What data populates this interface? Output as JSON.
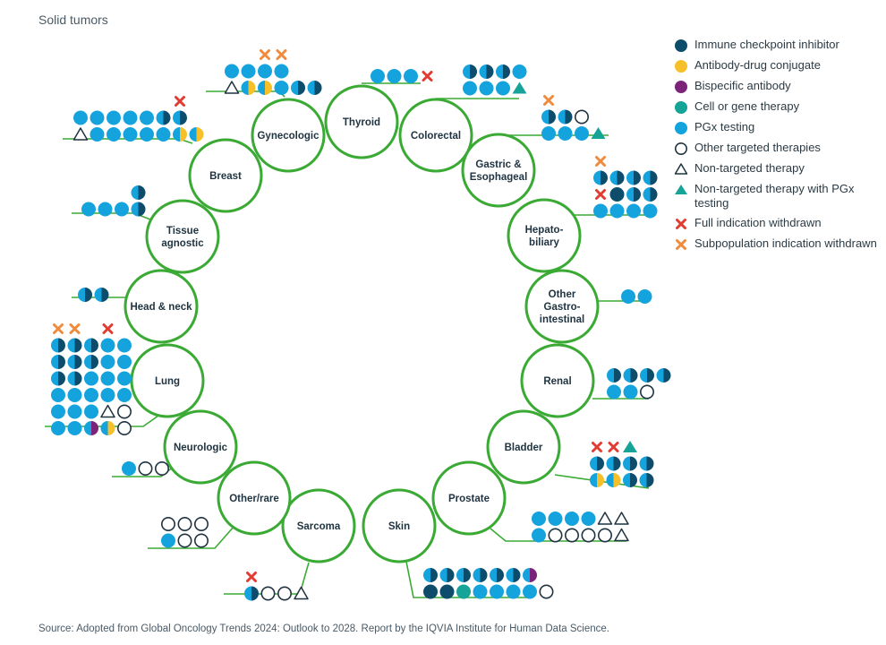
{
  "title": "Solid tumors",
  "source": "Source: Adopted from Global Oncology Trends 2024: Outlook to 2028. Report by the IQVIA Institute for Human Data Science.",
  "colors": {
    "ring": "#3aaa35",
    "immune_checkpoint": "#0d4d6b",
    "adc": "#f5c02a",
    "bispecific": "#7b2479",
    "cell_gene": "#16a398",
    "pgx": "#14a3dc",
    "other_targeted": "#1f3340",
    "non_targeted": "#1f3340",
    "full_withdrawn": "#e03c31",
    "subpop_withdrawn": "#f08a3c"
  },
  "legend": [
    {
      "icon": "immune-checkpoint",
      "label": "Immune checkpoint inhibitor"
    },
    {
      "icon": "adc",
      "label": "Antibody-drug conjugate"
    },
    {
      "icon": "bispecific",
      "label": "Bispecific antibody"
    },
    {
      "icon": "cell-gene",
      "label": "Cell or gene therapy"
    },
    {
      "icon": "pgx",
      "label": "PGx testing"
    },
    {
      "icon": "other-targeted",
      "label": "Other targeted therapies"
    },
    {
      "icon": "non-targeted",
      "label": "Non-targeted therapy"
    },
    {
      "icon": "non-targeted-pgx",
      "label": "Non-targeted therapy with PGx testing"
    },
    {
      "icon": "full-withdrawn",
      "label": "Full indication withdrawn"
    },
    {
      "icon": "subpop-withdrawn",
      "label": "Subpopulation indication withdrawn"
    }
  ],
  "nodes": [
    {
      "id": "thyroid",
      "lines": [
        "Thyroid"
      ],
      "rows": [
        [
          "P",
          "P",
          "P",
          "XR"
        ]
      ]
    },
    {
      "id": "colorectal",
      "lines": [
        "Colorectal"
      ],
      "rows": [
        [
          "H",
          "H",
          "H",
          "P"
        ],
        [
          "P",
          "P",
          "P",
          "TP"
        ]
      ]
    },
    {
      "id": "gastric",
      "lines": [
        "Gastric &",
        "Esophageal"
      ],
      "rows": [
        [
          "XO"
        ],
        [
          "H",
          "H",
          "O"
        ],
        [
          "P",
          "P",
          "P",
          "TP"
        ]
      ]
    },
    {
      "id": "hepatobiliary",
      "lines": [
        "Hepato-",
        "biliary"
      ],
      "rows": [
        [
          "XO"
        ],
        [
          "H",
          "H",
          "H",
          "H"
        ],
        [
          "XR",
          "I",
          "H",
          "H"
        ],
        [
          "P",
          "P",
          "P",
          "P"
        ]
      ]
    },
    {
      "id": "other-gi",
      "lines": [
        "Other",
        "Gastro-",
        "intestinal"
      ],
      "rows": [
        [
          "P",
          "P"
        ]
      ]
    },
    {
      "id": "renal",
      "lines": [
        "Renal"
      ],
      "rows": [
        [
          "H",
          "H",
          "H",
          "H"
        ],
        [
          "P",
          "P",
          "O"
        ]
      ]
    },
    {
      "id": "bladder",
      "lines": [
        "Bladder"
      ],
      "rows": [
        [
          "XR",
          "XR",
          "TP"
        ],
        [
          "H",
          "H",
          "H",
          "H"
        ],
        [
          "A",
          "A",
          "H",
          "H"
        ]
      ]
    },
    {
      "id": "prostate",
      "lines": [
        "Prostate"
      ],
      "rows": [
        [
          "P",
          "P",
          "P",
          "P",
          "T",
          "T"
        ],
        [
          "P",
          "O",
          "O",
          "O",
          "O",
          "T"
        ]
      ]
    },
    {
      "id": "skin",
      "lines": [
        "Skin"
      ],
      "rows": [
        [
          "H",
          "H",
          "H",
          "H",
          "H",
          "H",
          "B"
        ],
        [
          "I",
          "I",
          "C",
          "P",
          "P",
          "P",
          "P",
          "O"
        ]
      ]
    },
    {
      "id": "sarcoma",
      "lines": [
        "Sarcoma"
      ],
      "rows": [
        [
          "XR"
        ],
        [
          "H",
          "O",
          "O",
          "T"
        ]
      ]
    },
    {
      "id": "other-rare",
      "lines": [
        "Other/rare"
      ],
      "rows": [
        [
          "O",
          "O",
          "O"
        ],
        [
          "P",
          "O",
          "O"
        ]
      ]
    },
    {
      "id": "neurologic",
      "lines": [
        "Neurologic"
      ],
      "rows": [
        [
          "P",
          "O",
          "O"
        ]
      ]
    },
    {
      "id": "lung",
      "lines": [
        "Lung"
      ],
      "rows": [
        [
          "XO",
          "XO",
          "",
          "XR"
        ],
        [
          "H",
          "H",
          "H",
          "P",
          "P"
        ],
        [
          "H",
          "H",
          "H",
          "P",
          "P"
        ],
        [
          "H",
          "H",
          "P",
          "P",
          "P"
        ],
        [
          "P",
          "P",
          "P",
          "P",
          "P"
        ],
        [
          "P",
          "P",
          "P",
          "T",
          "O"
        ],
        [
          "P",
          "P",
          "B",
          "A",
          "O"
        ]
      ]
    },
    {
      "id": "head-neck",
      "lines": [
        "Head & neck"
      ],
      "rows": [
        [
          "H",
          "H"
        ]
      ]
    },
    {
      "id": "tissue-agnostic",
      "lines": [
        "Tissue",
        "agnostic"
      ],
      "rows": [
        [
          "",
          "",
          "",
          "H"
        ],
        [
          "P",
          "P",
          "P",
          "H"
        ]
      ]
    },
    {
      "id": "breast",
      "lines": [
        "Breast"
      ],
      "rows": [
        [
          "",
          "",
          "",
          "",
          "",
          "",
          "XR"
        ],
        [
          "P",
          "P",
          "P",
          "P",
          "P",
          "H",
          "H"
        ],
        [
          "T",
          "P",
          "P",
          "P",
          "P",
          "P",
          "A",
          "A"
        ]
      ]
    },
    {
      "id": "gynecologic",
      "lines": [
        "Gynecologic"
      ],
      "rows": [
        [
          "",
          "",
          "XO",
          "XO"
        ],
        [
          "P",
          "P",
          "P",
          "P"
        ],
        [
          "T",
          "A",
          "A",
          "P",
          "H",
          "H"
        ]
      ]
    }
  ]
}
